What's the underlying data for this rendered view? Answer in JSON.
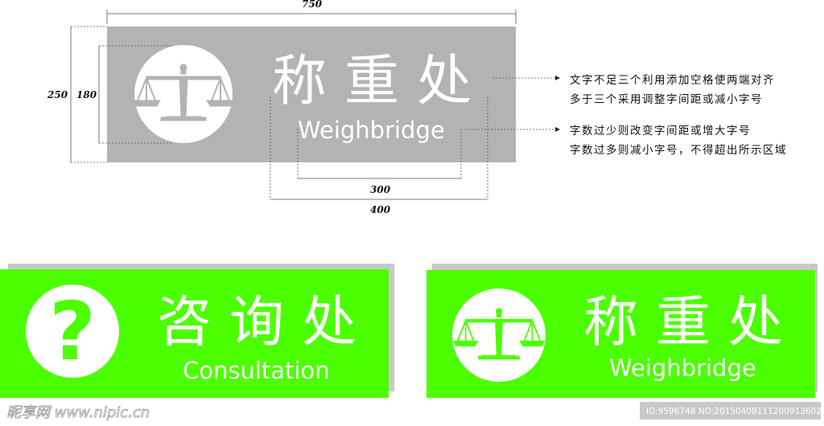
{
  "colors": {
    "sign_gray": "#b3b3b3",
    "sign_green": "#4cff00",
    "shadow": "#c8c8c8"
  },
  "spec_sign": {
    "title_cn": "称重处",
    "title_en": "Weighbridge",
    "icon": "scale-icon",
    "dimensions": {
      "width": "750",
      "height": "250",
      "inner_height": "180",
      "en_width": "300",
      "cn_width": "400"
    },
    "notes": [
      "文字不足三个利用添加空格使两端对齐",
      "多于三个采用调整字间距或减小字号",
      "字数过少则改变字间距或增大字号",
      "字数过多则减小字号，不得超出所示区域"
    ]
  },
  "signs": [
    {
      "title_cn": "咨询处",
      "title_en": "Consultation",
      "icon": "question-mark-icon"
    },
    {
      "title_cn": "称重处",
      "title_en": "Weighbridge",
      "icon": "scale-icon"
    }
  ],
  "watermark": {
    "logo": "昵享网 www.nipic.cn",
    "id": "ID:9596748 NO:20150408111200913602"
  }
}
